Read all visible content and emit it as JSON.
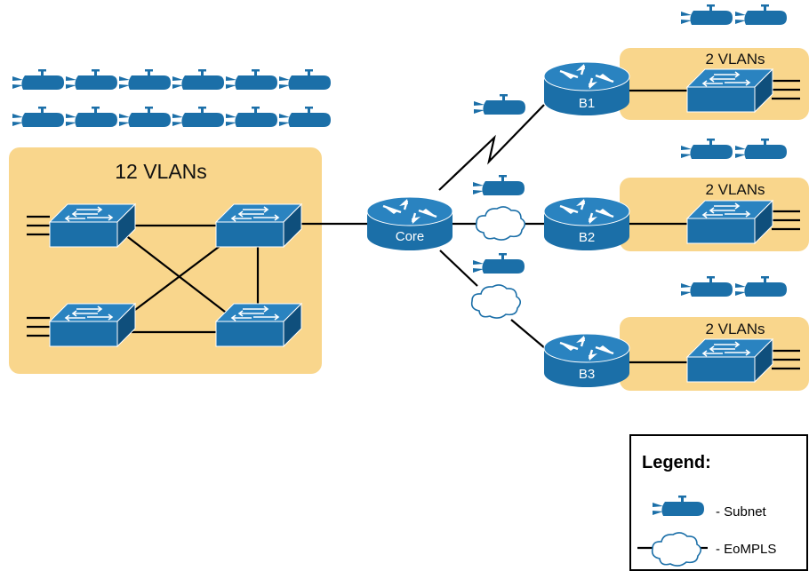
{
  "colors": {
    "area_fill": "#f9d68c",
    "device_blue": "#1b6fa8",
    "device_top": "#2a83c0",
    "device_dark": "#0f4f7c",
    "cloud_stroke": "#1b6fa8"
  },
  "main_site": {
    "label": "12 VLANs"
  },
  "core": {
    "label": "Core"
  },
  "branches": [
    {
      "router_label": "B1",
      "vlan_label": "2 VLANs",
      "wan": "serial"
    },
    {
      "router_label": "B2",
      "vlan_label": "2 VLANs",
      "wan": "EoMPLS"
    },
    {
      "router_label": "B3",
      "vlan_label": "2 VLANs",
      "wan": "EoMPLS"
    }
  ],
  "legend": {
    "title": "Legend:",
    "subnet_label": "- Subnet",
    "eompls_label": "- EoMPLS",
    "subnet_icon": "subnet-icon",
    "eompls_icon": "cloud-icon"
  }
}
